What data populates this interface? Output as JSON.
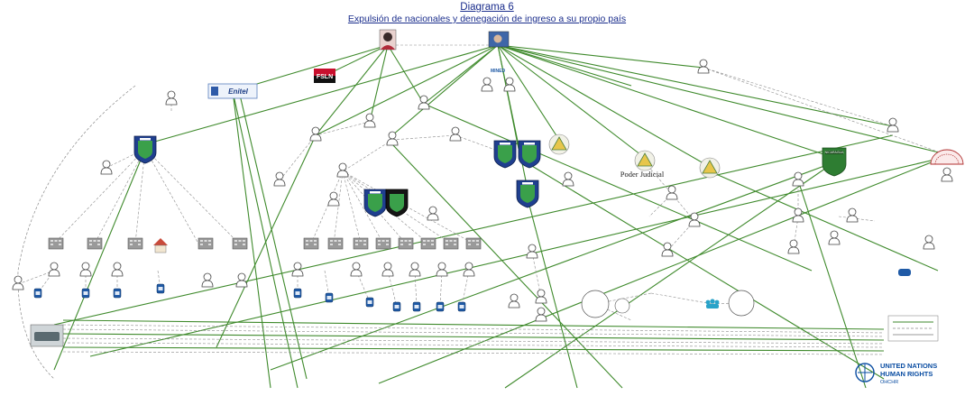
{
  "title": "Diagrama 6",
  "subtitle": "Expulsión de nacionales y denegación de ingreso a su propio país",
  "labels": {
    "fsln": "FSLN",
    "enitel": "Enitel",
    "minsa": "MINED",
    "judicial": "Poder Judicial",
    "nicaragua": "NICARAGUA"
  },
  "footer": {
    "org_line1": "UNITED NATIONS",
    "org_line2": "HUMAN RIGHTS",
    "org_line3": "OHCHR"
  },
  "colors": {
    "title": "#1a2d8c",
    "green_link": "#3f8a2c",
    "grey_link": "#8a8a8a",
    "badge_blue": "#1f5aa6",
    "fsln_red": "#c8102e",
    "un_blue": "#0a4da2"
  }
}
